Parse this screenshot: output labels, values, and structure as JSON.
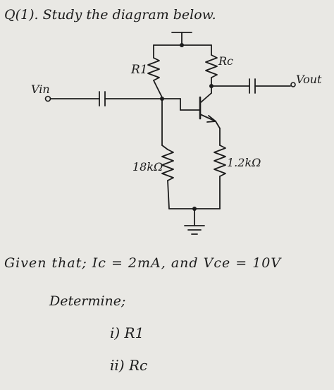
{
  "question": {
    "title": "Q(1). Study the diagram below.",
    "given": "Given that; Ic = 2mA, and Vce = 10V",
    "determine": "Determine;",
    "parts": [
      "i) R1",
      "ii) Rc"
    ]
  },
  "circuit": {
    "labels": {
      "r1": "R1",
      "rc": "Rc",
      "vin": "Vin",
      "vout": "Vout",
      "r_bottom_left": "18kΩ",
      "r_bottom_right": "1.2kΩ"
    }
  },
  "colors": {
    "paper": "#e9e8e4",
    "ink": "#1c1c1c"
  }
}
